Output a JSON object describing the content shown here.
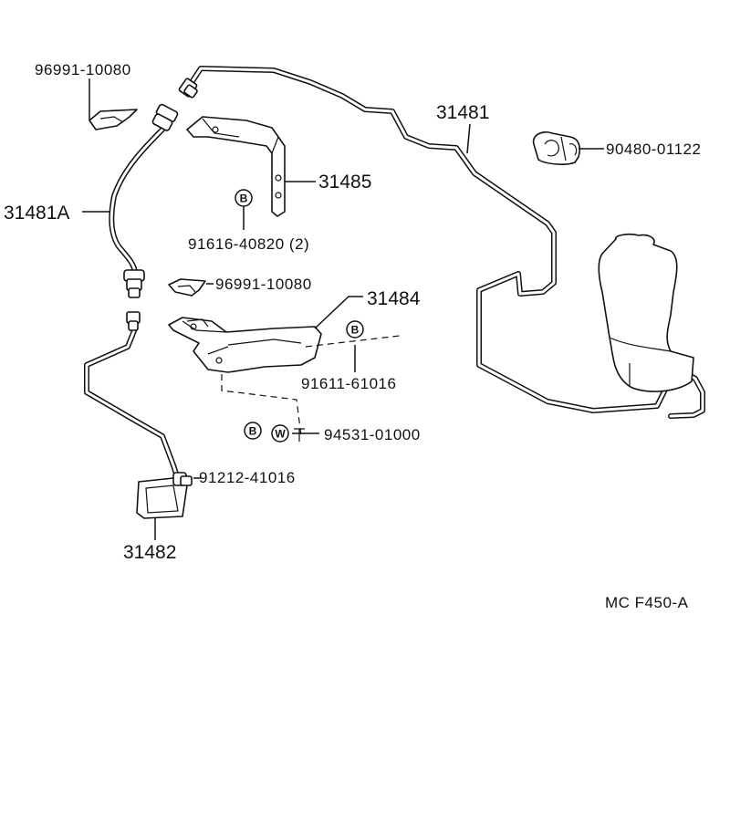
{
  "labels": {
    "clip_top": "96991-10080",
    "hose_left": "31481A",
    "tube_main": "31481",
    "bracket_upper": "31485",
    "bolt_upper": "91616-40820 (2)",
    "clip_mid": "96991-10080",
    "bracket_mid": "31484",
    "bolt_mid": "91611-61016",
    "washer": "94531-01000",
    "bolt_low": "91212-41016",
    "bracket_low": "31482",
    "grommet": "90480-01122",
    "diagram_code": "MC  F450-A"
  },
  "symbols": {
    "bolt": "B",
    "washer": "W"
  }
}
